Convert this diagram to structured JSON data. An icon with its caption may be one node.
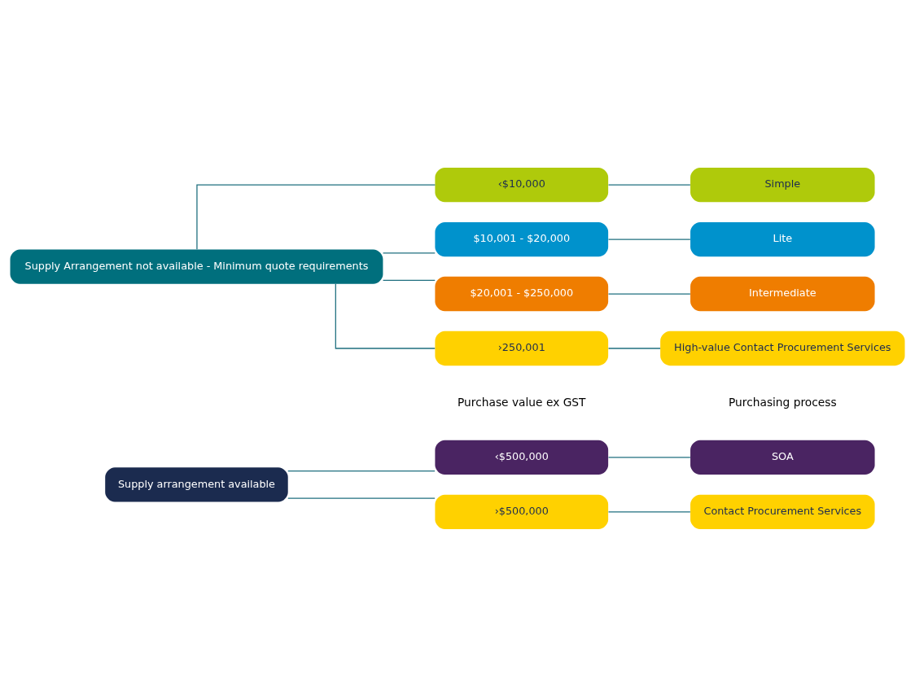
{
  "diagram": {
    "nodes": [
      {
        "text": [
          "Supply arrangement available"
        ]
      },
      {
        "text": [
          "‹$500,000"
        ]
      },
      {
        "text": [
          "SOA"
        ]
      },
      {
        "text": [
          "›$500,000"
        ]
      },
      {
        "text": [
          "Contact Procurement Services"
        ]
      },
      {
        "text": [
          "Supply Arrangement not available - Minimum quote requirements"
        ]
      },
      {
        "text": [
          "‹$10,000"
        ]
      },
      {
        "text": [
          "Simple"
        ]
      },
      {
        "text": [
          "$10,001 - $20,000"
        ]
      },
      {
        "text": [
          "Lite"
        ]
      },
      {
        "text": [
          "$20,001 - $250,000"
        ]
      },
      {
        "text": [
          "Intermediate"
        ]
      },
      {
        "text": [
          "›250,001"
        ]
      },
      {
        "text": [
          "High-value Contact Procurement Services"
        ]
      }
    ],
    "edges": [
      {
        "from": 0,
        "to": 1,
        "arrow": "none"
      },
      {
        "from": 0,
        "to": 3,
        "arrow": "none"
      },
      {
        "from": 1,
        "to": 2,
        "arrow": "none"
      },
      {
        "from": 3,
        "to": 4,
        "arrow": "none"
      },
      {
        "from": 5,
        "to": 6,
        "arrow": "none"
      },
      {
        "from": 5,
        "to": 8,
        "arrow": "none"
      },
      {
        "from": 5,
        "to": 10,
        "arrow": "none"
      },
      {
        "from": 5,
        "to": 12,
        "arrow": "none"
      },
      {
        "from": 6,
        "to": 7,
        "arrow": "none"
      },
      {
        "from": 8,
        "to": 9,
        "arrow": "none"
      },
      {
        "from": 10,
        "to": 11,
        "arrow": "none"
      },
      {
        "from": 12,
        "to": 13,
        "arrow": "none"
      }
    ],
    "labels": [
      "Purchase value ex GST",
      "Purchasing process"
    ]
  }
}
